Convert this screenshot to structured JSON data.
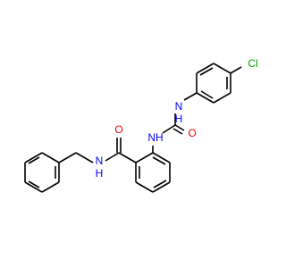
{
  "colors": {
    "bond": "#000000",
    "carbon": "#000000",
    "nitrogen": "#0000ff",
    "oxygen": "#ff0000",
    "chlorine": "#00a000",
    "background": "#ffffff"
  },
  "atoms": {
    "cl": {
      "text": "Cl",
      "element": "chlorine"
    },
    "nh_aryl": {
      "text": "N",
      "element": "nitrogen"
    },
    "h_aryl": {
      "text": "H",
      "element": "nitrogen"
    },
    "o_urea": {
      "text": "O",
      "element": "oxygen"
    },
    "nh_urea": {
      "text": "NH",
      "element": "nitrogen"
    },
    "o_amide": {
      "text": "O",
      "element": "oxygen"
    },
    "nh_amide": {
      "text": "N",
      "element": "nitrogen"
    },
    "h_amide": {
      "text": "H",
      "element": "nitrogen"
    }
  }
}
